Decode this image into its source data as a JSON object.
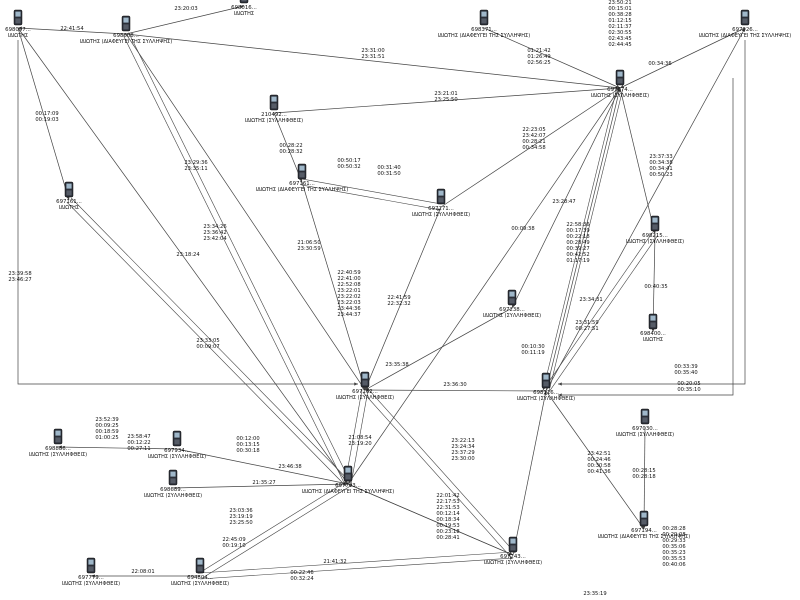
{
  "nodes": [
    {
      "id": "n_698097",
      "number": "698097...",
      "caption": "ΙΔΙΩΤΗΣ"
    },
    {
      "id": "n_698608",
      "number": "698608...",
      "caption": "ΙΔΙΩΤΗΣ (ΔΙΑΦΕΥΓΕΙ ΤΗΣ ΣΥΛΛΗΨΗΣ)"
    },
    {
      "id": "n_698016",
      "number": "698016...",
      "caption": "ΙΔΙΩΤΗΣ"
    },
    {
      "id": "n_698371",
      "number": "698371...",
      "caption": "ΙΔΙΩΤΗΣ (ΔΙΑΦΕΥΓΕΙ ΤΗΣ ΣΥΛΛΗΨΗΣ)"
    },
    {
      "id": "n_697926",
      "number": "697926...",
      "caption": "ΙΔΙΩΤΗΣ (ΔΙΑΦΕΥΓΕΙ ΤΗΣ ΣΥΛΛΗΨΗΣ)"
    },
    {
      "id": "n_697674",
      "number": "697674...",
      "caption": "ΙΔΙΩΤΗΣ (ΣΥΛΛΗΦΘΕΙΣ)"
    },
    {
      "id": "n_210492",
      "number": "210492...",
      "caption": "ΙΔΙΩΤΗΣ (ΣΥΛΛΗΦΘΕΙΣ)"
    },
    {
      "id": "n_697161a",
      "number": "697161...",
      "caption": "ΙΔΙΩΤΗΣ (ΔΙΑΦΕΥΓΕΙ ΤΗΣ ΣΥΛΛΗΨΗΣ)"
    },
    {
      "id": "n_697161b",
      "number": "697161...",
      "caption": "ΙΔΙΩΤΗΣ"
    },
    {
      "id": "n_697271",
      "number": "697271...",
      "caption": "ΙΔΙΩΤΗΣ (ΣΥΛΛΗΦΘΕΙΣ)"
    },
    {
      "id": "n_698215",
      "number": "698215...",
      "caption": "ΙΔΙΩΤΗΣ (ΣΥΛΛΗΦΘΕΙΣ)"
    },
    {
      "id": "n_697238",
      "number": "697238...",
      "caption": "ΙΔΙΩΤΗΣ (ΣΥΛΛΗΦΘΕΙΣ)"
    },
    {
      "id": "n_698400",
      "number": "698400...",
      "caption": "ΙΔΙΩΤΗΣ"
    },
    {
      "id": "n_697162",
      "number": "697162...",
      "caption": "ΙΔΙΩΤΗΣ (ΣΥΛΛΗΦΘΕΙΣ)"
    },
    {
      "id": "n_698116",
      "number": "698116...",
      "caption": "ΙΔΙΩΤΗΣ (ΣΥΛΛΗΦΘΕΙΣ)"
    },
    {
      "id": "n_697030",
      "number": "697030...",
      "caption": "ΙΔΙΩΤΗΣ (ΣΥΛΛΗΦΘΕΙΣ)"
    },
    {
      "id": "n_698886",
      "number": "698886...",
      "caption": "ΙΔΙΩΤΗΣ (ΣΥΛΛΗΦΘΕΙΣ)"
    },
    {
      "id": "n_697934",
      "number": "697934...",
      "caption": "ΙΔΙΩΤΗΣ (ΣΥΛΛΗΦΘΕΙΣ)"
    },
    {
      "id": "n_698689",
      "number": "698689...",
      "caption": "ΙΔΙΩΤΗΣ (ΣΥΛΛΗΦΘΕΙΣ)"
    },
    {
      "id": "n_697703",
      "number": "697703...",
      "caption": "ΙΔΙΩΤΗΣ (ΔΙΑΦΕΥΓΕΙ ΤΗΣ ΣΥΛΛΗΨΗΣ)"
    },
    {
      "id": "n_697194",
      "number": "697194...",
      "caption": "ΙΔΙΩΤΗΣ (ΔΙΑΦΕΥΓΕΙ ΤΗΣ ΣΥΛΛΗΨΗΣ)"
    },
    {
      "id": "n_697779",
      "number": "697779...",
      "caption": "ΙΔΙΩΤΗΣ (ΣΥΛΛΗΦΘΕΙΣ)"
    },
    {
      "id": "n_694804",
      "number": "694804...",
      "caption": "ΙΔΙΩΤΗΣ (ΣΥΛΛΗΦΘΕΙΣ)"
    },
    {
      "id": "n_697243",
      "number": "697243...",
      "caption": "ΙΔΙΩΤΗΣ (ΣΥΛΛΗΦΘΕΙΣ)"
    }
  ],
  "edge_labels": [
    {
      "id": "l_224154",
      "lines": [
        "22:41:54"
      ]
    },
    {
      "id": "l_232003",
      "lines": [
        "23:20:03"
      ]
    },
    {
      "id": "l_2331",
      "lines": [
        "23:31:00",
        "23:31:51"
      ]
    },
    {
      "id": "l_2350",
      "lines": [
        "23:50:21",
        "00:15:01",
        "00:38:28",
        "01:12:15",
        "02:11:37",
        "02:30:55",
        "02:43:45",
        "02:44:45"
      ]
    },
    {
      "id": "l_0121",
      "lines": [
        "01:21:42",
        "01:26:49",
        "02:56:25"
      ]
    },
    {
      "id": "l_0034",
      "lines": [
        "00:34:36"
      ]
    },
    {
      "id": "l_2321",
      "lines": [
        "23:21:01",
        "23:25:50"
      ]
    },
    {
      "id": "l_0017",
      "lines": [
        "00:17:09",
        "00:19:03"
      ]
    },
    {
      "id": "l_2223",
      "lines": [
        "22:23:05",
        "23:42:07",
        "00:28:21",
        "00:34:58"
      ]
    },
    {
      "id": "l_0028",
      "lines": [
        "00:28:22",
        "00:28:32"
      ]
    },
    {
      "id": "l_0050",
      "lines": [
        "00:50:17",
        "00:50:32"
      ]
    },
    {
      "id": "l_0031",
      "lines": [
        "00:31:40",
        "00:31:50"
      ]
    },
    {
      "id": "l_2329",
      "lines": [
        "23:29:36",
        "23:35:11"
      ]
    },
    {
      "id": "l_2337",
      "lines": [
        "23:37:33",
        "00:34:38",
        "00:34:41",
        "00:50:23"
      ]
    },
    {
      "id": "l_2328",
      "lines": [
        "23:28:47"
      ]
    },
    {
      "id": "l_0009a",
      "lines": [
        "00:09:38"
      ]
    },
    {
      "id": "l_2258",
      "lines": [
        "22:58:36",
        "00:17:39",
        "00:22:18",
        "00:28:49",
        "00:39:27",
        "00:42:52",
        "01:17:19"
      ]
    },
    {
      "id": "l_2334a",
      "lines": [
        "23:34:26",
        "23:36:42",
        "23:42:04"
      ]
    },
    {
      "id": "l_2106",
      "lines": [
        "21:06:50",
        "23:30:59"
      ]
    },
    {
      "id": "l_2318",
      "lines": [
        "23:18:24"
      ]
    },
    {
      "id": "l_2339",
      "lines": [
        "23:39:58",
        "23:46:27"
      ]
    },
    {
      "id": "l_2240",
      "lines": [
        "22:40:59",
        "22:41:00",
        "22:52:08",
        "23:22:01",
        "23:22:02",
        "23:22:03",
        "23:44:36",
        "23:44:37"
      ]
    },
    {
      "id": "l_2241",
      "lines": [
        "22:41:59",
        "22:32:32"
      ]
    },
    {
      "id": "l_0040",
      "lines": [
        "00:40:35"
      ]
    },
    {
      "id": "l_2334b",
      "lines": [
        "23:34:31"
      ]
    },
    {
      "id": "l_2331b",
      "lines": [
        "23:31:59",
        "00:27:51"
      ]
    },
    {
      "id": "l_2333",
      "lines": [
        "23:33:05",
        "00:09:07"
      ]
    },
    {
      "id": "l_2335",
      "lines": [
        "23:35:38"
      ]
    },
    {
      "id": "l_0010",
      "lines": [
        "00:10:30",
        "00:11:19"
      ]
    },
    {
      "id": "l_2336",
      "lines": [
        "23:36:30"
      ]
    },
    {
      "id": "l_0033",
      "lines": [
        "00:33:39",
        "00:35:40"
      ]
    },
    {
      "id": "l_0020",
      "lines": [
        "00:20:05",
        "00:35:10"
      ]
    },
    {
      "id": "l_2352",
      "lines": [
        "23:52:39",
        "00:09:25",
        "00:18:59",
        "01:00:25"
      ]
    },
    {
      "id": "l_2358",
      "lines": [
        "23:58:47",
        "00:12:22",
        "00:27:11"
      ]
    },
    {
      "id": "l_0012",
      "lines": [
        "00:12:00",
        "00:13:15",
        "00:30:18"
      ]
    },
    {
      "id": "l_2108",
      "lines": [
        "21:08:54",
        "23:19:20"
      ]
    },
    {
      "id": "l_2322",
      "lines": [
        "23:22:13",
        "23:24:34",
        "23:37:29",
        "23:30:00"
      ]
    },
    {
      "id": "l_2342",
      "lines": [
        "23:42:51",
        "00:24:46",
        "00:30:58",
        "00:41:36"
      ]
    },
    {
      "id": "l_2346",
      "lines": [
        "23:46:38"
      ]
    },
    {
      "id": "l_2135",
      "lines": [
        "21:35:27"
      ]
    },
    {
      "id": "l_0028b",
      "lines": [
        "00:28:15",
        "00:28:18"
      ]
    },
    {
      "id": "l_2201",
      "lines": [
        "22:01:42",
        "22:17:53",
        "22:31:53",
        "00:12:14",
        "00:18:34",
        "00:19:53",
        "00:23:18",
        "00:28:41"
      ]
    },
    {
      "id": "l_2303",
      "lines": [
        "23:03:36",
        "23:19:19",
        "23:25:50"
      ]
    },
    {
      "id": "l_2245",
      "lines": [
        "22:45:09",
        "00:19:10"
      ]
    },
    {
      "id": "l_2208",
      "lines": [
        "22:08:01"
      ]
    },
    {
      "id": "l_0022",
      "lines": [
        "00:22:46",
        "00:32:24"
      ]
    },
    {
      "id": "l_2141",
      "lines": [
        "21:41:32"
      ]
    },
    {
      "id": "l_0028c",
      "lines": [
        "00:28:28",
        "00:29:08",
        "00:29:33",
        "00:35:06",
        "00:35:23",
        "00:35:53",
        "00:40:06"
      ]
    },
    {
      "id": "l_2335b",
      "lines": [
        "23:35:19"
      ]
    }
  ]
}
